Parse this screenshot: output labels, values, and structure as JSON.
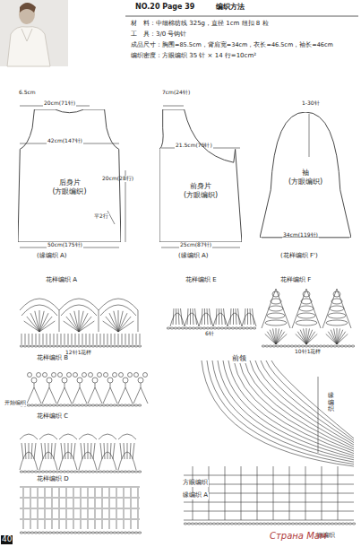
{
  "diagram": {
    "nodes": [
      {
        "text": [
          "后身片",
          "(方眼编织)"
        ]
      },
      {
        "text": [
          "前身片",
          "(方眼编织)"
        ]
      },
      {
        "text": [
          "袖",
          "(方眼编织)"
        ]
      }
    ],
    "labels": [
      "NO.20 Page 39",
      "编织方法",
      "材　料：中细棉纺线 325g，直径 1cm 纽扣 8 粒",
      "工　具：3/0 号钩针",
      "成品尺寸：胸围=85.5cm，背肩宽=34cm，衣长=46.5cm，袖长=46cm",
      "编织密度：方眼编织 35 针 × 14 行=10cm²",
      "20cm(71针)",
      "6.5cm",
      "42cm(147针)",
      "20cm(28行)",
      "平2行",
      "50cm(175针)",
      "(缘编织 A)",
      "7cm(24针)",
      "21.5cm(75针)",
      "25cm(87针)",
      "(缘编织 A)",
      "1-30针",
      "34cm(119针)",
      "(花样编织 F')",
      "花样编织 A",
      "12针1花样",
      "花样编织 B",
      "开始编织",
      "花样编织 C",
      "花样编织 D",
      "花样编织 E",
      "6针",
      "花样编织 F",
      "10针1花样",
      "前领",
      "缘编织",
      "方眼编织",
      "缘编织 A",
      "细编织",
      "40",
      "Страна Мам"
    ]
  }
}
